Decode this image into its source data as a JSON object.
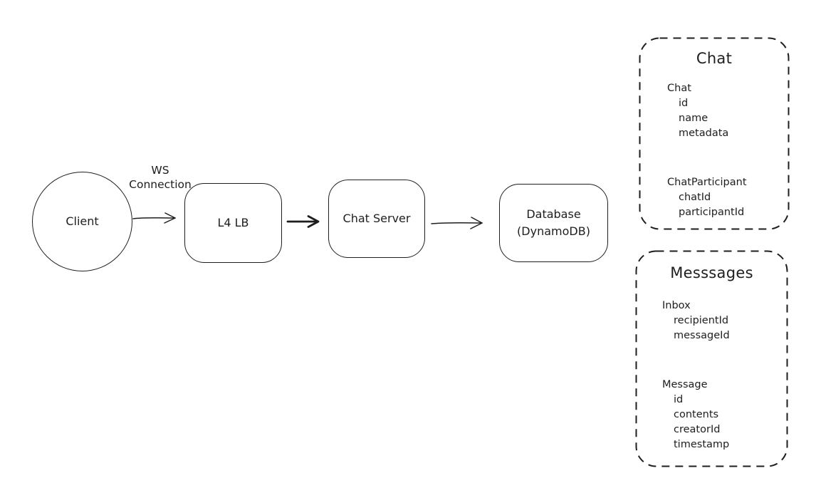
{
  "colors": {
    "stroke": "#1e1e1e",
    "background": "#ffffff"
  },
  "nodes": {
    "client": {
      "label": "Client",
      "shape": "ellipse"
    },
    "l4_lb": {
      "label": "L4 LB",
      "shape": "rounded-rect"
    },
    "chat_server": {
      "label": "Chat Server",
      "shape": "rounded-rect"
    },
    "database": {
      "label": "Database",
      "sublabel": "(DynamoDB)",
      "shape": "rounded-rect"
    }
  },
  "edges": [
    {
      "from": "Client",
      "to": "L4 LB",
      "label_lines": [
        "WS",
        "Connection"
      ]
    },
    {
      "from": "L4 LB",
      "to": "Chat Server",
      "label_lines": []
    },
    {
      "from": "Chat Server",
      "to": "Database (DynamoDB)",
      "label_lines": []
    }
  ],
  "panels": [
    {
      "title": "Chat",
      "entities": [
        {
          "name": "Chat",
          "fields": [
            "id",
            "name",
            "metadata"
          ]
        },
        {
          "name": "ChatParticipant",
          "fields": [
            "chatId",
            "participantId"
          ]
        }
      ]
    },
    {
      "title": "Messsages",
      "entities": [
        {
          "name": "Inbox",
          "fields": [
            "recipientId",
            "messageId"
          ]
        },
        {
          "name": "Message",
          "fields": [
            "id",
            "contents",
            "creatorId",
            "timestamp"
          ]
        }
      ]
    }
  ]
}
